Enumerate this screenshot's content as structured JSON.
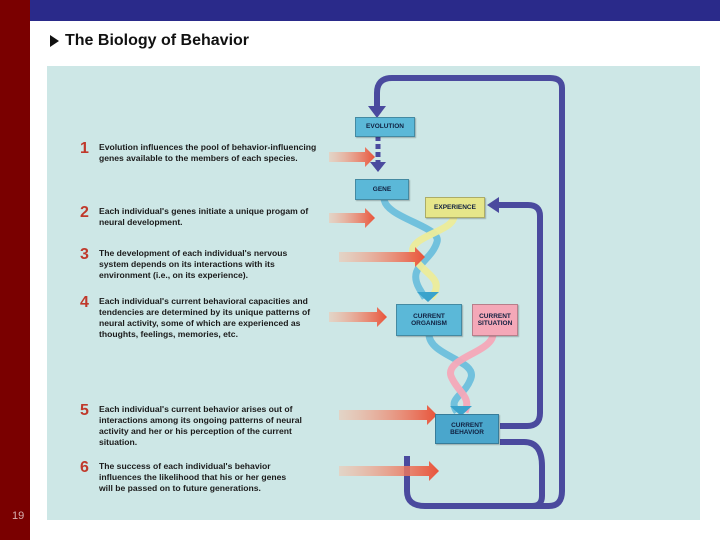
{
  "slide": {
    "title": "The Biology of Behavior",
    "page_number": "19"
  },
  "steps": [
    {
      "number": "1",
      "text": "Evolution influences the pool of behavior-influencing genes available to the members of each species."
    },
    {
      "number": "2",
      "text": "Each individual's genes initiate a unique progam of neural development."
    },
    {
      "number": "3",
      "text": "The development of each individual's nervous system depends on its interactions with its environment (i.e., on its experience)."
    },
    {
      "number": "4",
      "text": "Each individual's current behavioral capacities and tendencies are determined by its unique patterns of neural activity, some of which are experienced as thoughts, feelings, memories, etc."
    },
    {
      "number": "5",
      "text": "Each individual's current behavior arises out of interactions among its ongoing patterns of neural activity and her or his perception of the current situation."
    },
    {
      "number": "6",
      "text": "The success of each individual's behavior influences the likelihood that his or her genes will be passed on to future generations."
    }
  ],
  "boxes": {
    "evolution": "EVOLUTION",
    "gene": "GENE",
    "experience": "EXPERIENCE",
    "current_organism": "CURRENT ORGANISM",
    "current_situation": "CURRENT SITUATION",
    "current_behavior": "CURRENT BEHAVIOR"
  },
  "colors": {
    "left_bar": "#7a0000",
    "top_bar": "#2a2a8a",
    "panel": "#cde7e6",
    "step_number": "#c0392b",
    "loop_arrow": "#4a4a9e",
    "red_arrow": "#e8533a",
    "blue_box": "#5bb8d8",
    "yellow_box": "#e6e68a",
    "pink_box": "#f4a8b8"
  }
}
